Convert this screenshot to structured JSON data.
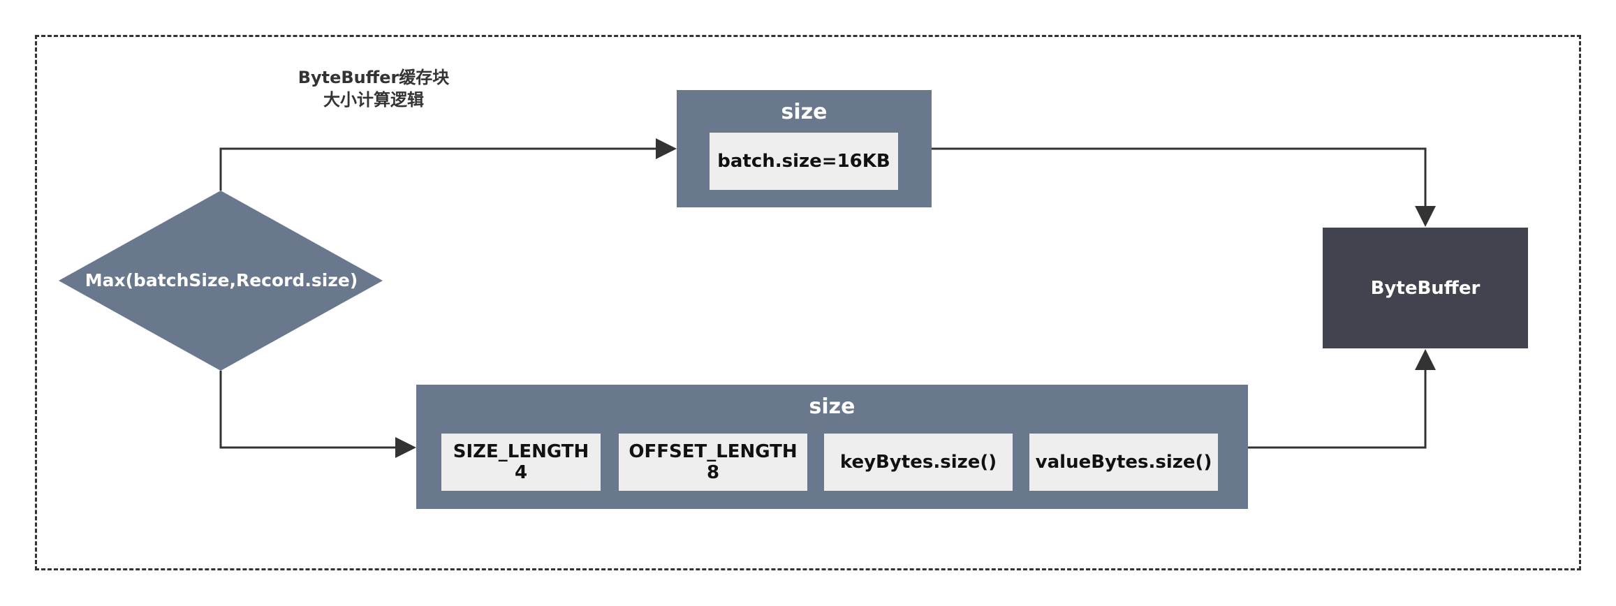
{
  "diagram": {
    "caption_line1": "ByteBuffer缓存块",
    "caption_line2": "大小计算逻辑",
    "decision": {
      "label": "Max(batchSize,Record.size)"
    },
    "top_box": {
      "title": "size",
      "cell": "batch.size=16KB"
    },
    "bottom_box": {
      "title": "size",
      "cells": [
        {
          "line1": "SIZE_LENGTH",
          "line2": "4"
        },
        {
          "line1": "OFFSET_LENGTH",
          "line2": "8"
        },
        {
          "line1": "keyBytes.size()",
          "line2": ""
        },
        {
          "line1": "valueBytes.size()",
          "line2": ""
        }
      ]
    },
    "target": {
      "label": "ByteBuffer"
    },
    "colors": {
      "box_fill": "#6a788e",
      "cell_fill": "#eeeeee",
      "target_fill": "#41444e",
      "line": "#333333"
    }
  }
}
